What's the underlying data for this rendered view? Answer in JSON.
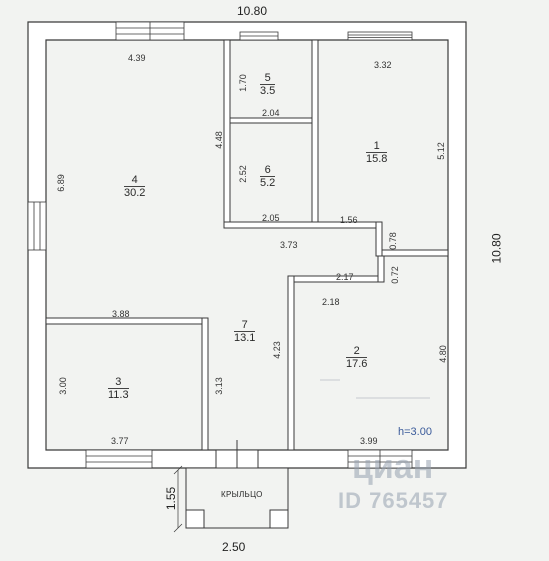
{
  "outer": {
    "width_top": "10.80",
    "height_right": "10.80",
    "porch_width": "2.50",
    "porch_depth": "1.55"
  },
  "dims": {
    "room4_top": "4.39",
    "room4_left": "6.89",
    "inner_partition": "4.48",
    "room5_h": "1.70",
    "room5_w": "2.04",
    "room6_h": "2.52",
    "room6_w": "2.05",
    "room1_top": "3.32",
    "room1_right": "5.12",
    "room1_bottom": "1.56",
    "corridor": "3.73",
    "door_078": "0.78",
    "door_072": "0.72",
    "room2_top": "2.17",
    "room2_inner": "2.18",
    "room2_right": "4.80",
    "room2_bottom": "3.99",
    "room3_top": "3.88",
    "room3_left": "3.00",
    "room3_right": "3.13",
    "room3_bottom": "3.77",
    "room7_left": "4.23"
  },
  "rooms": [
    {
      "num": "1",
      "area": "15.8"
    },
    {
      "num": "2",
      "area": "17.6"
    },
    {
      "num": "3",
      "area": "11.3"
    },
    {
      "num": "4",
      "area": "30.2"
    },
    {
      "num": "5",
      "area": "3.5"
    },
    {
      "num": "6",
      "area": "5.2"
    },
    {
      "num": "7",
      "area": "13.1"
    }
  ],
  "porch_label": "КРЫЛЬЦО",
  "height_note": "h=3.00",
  "watermark": {
    "brand": "циан",
    "id": "ID 765457"
  },
  "colors": {
    "wall": "#ffffff",
    "line": "#3a3a3a",
    "background": "#f2f3f1",
    "note": "#3a5a9a"
  }
}
